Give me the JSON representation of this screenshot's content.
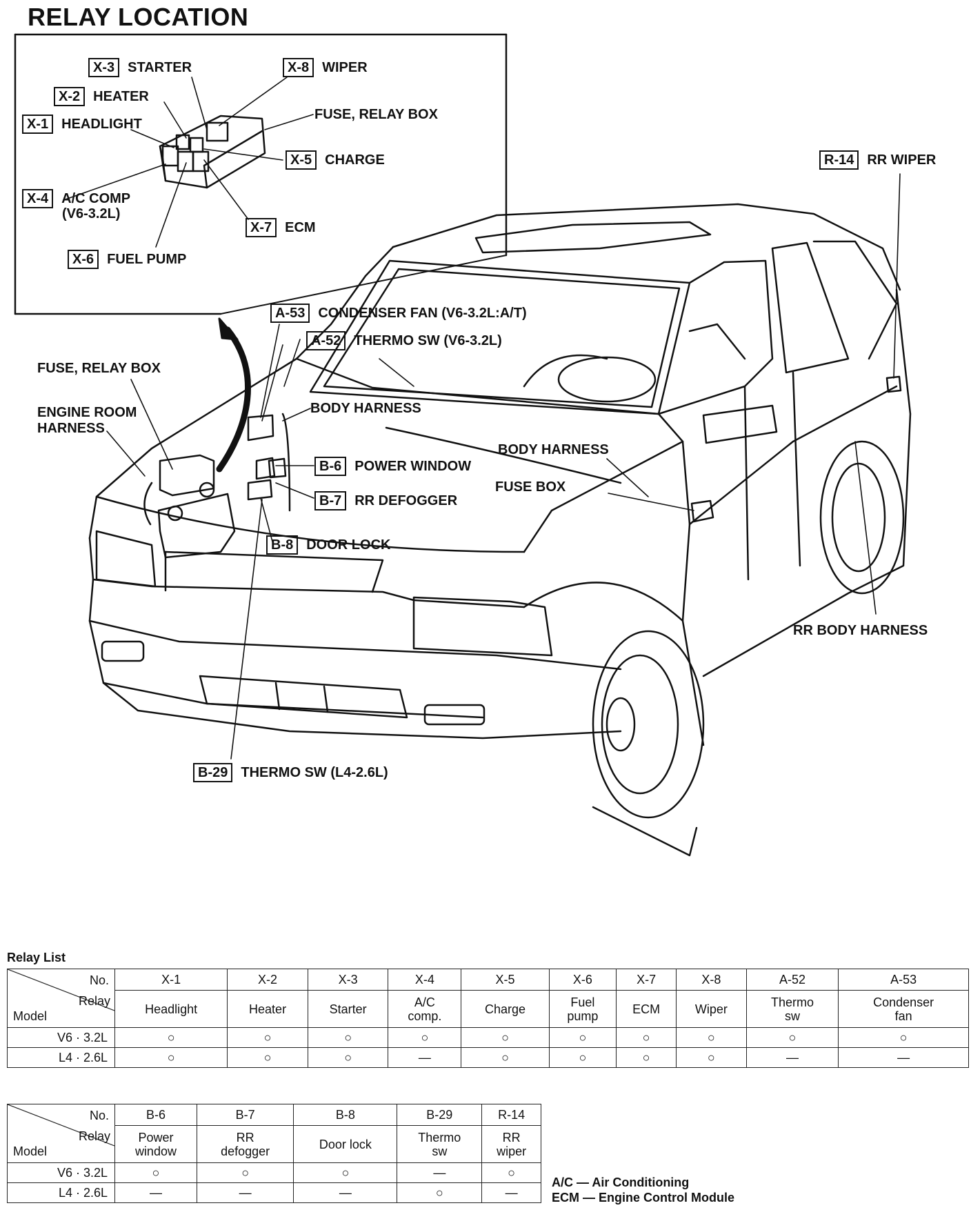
{
  "title": "RELAY LOCATION",
  "inset_labels": {
    "x3": {
      "code": "X-3",
      "text": "STARTER"
    },
    "x8": {
      "code": "X-8",
      "text": "WIPER"
    },
    "x2": {
      "code": "X-2",
      "text": "HEATER"
    },
    "x1": {
      "code": "X-1",
      "text": "HEADLIGHT"
    },
    "fuse_relay_box": "FUSE, RELAY BOX",
    "x5": {
      "code": "X-5",
      "text": "CHARGE"
    },
    "x4": {
      "code": "X-4",
      "text": "A/C COMP",
      "text2": "(V6-3.2L)"
    },
    "x7": {
      "code": "X-7",
      "text": "ECM"
    },
    "x6": {
      "code": "X-6",
      "text": "FUEL PUMP"
    }
  },
  "vehicle_labels": {
    "r14": {
      "code": "R-14",
      "text": "RR WIPER"
    },
    "a53": {
      "code": "A-53",
      "text": "CONDENSER FAN (V6-3.2L:A/T)"
    },
    "a52": {
      "code": "A-52",
      "text": "THERMO SW (V6-3.2L)"
    },
    "fuse_relay_box": "FUSE, RELAY BOX",
    "engine_room_harness_1": "ENGINE ROOM",
    "engine_room_harness_2": "HARNESS",
    "body_harness_1": "BODY HARNESS",
    "b6": {
      "code": "B-6",
      "text": "POWER WINDOW"
    },
    "body_harness_2": "BODY HARNESS",
    "b7": {
      "code": "B-7",
      "text": "RR DEFOGGER"
    },
    "fuse_box": "FUSE BOX",
    "b8": {
      "code": "B-8",
      "text": "DOOR LOCK"
    },
    "rr_body_harness": "RR BODY HARNESS",
    "b29": {
      "code": "B-29",
      "text": "THERMO SW (L4-2.6L)"
    }
  },
  "relay_list": {
    "caption": "Relay List",
    "header_no": "No.",
    "header_relay": "Relay",
    "header_model": "Model",
    "table1": {
      "numbers": [
        "X-1",
        "X-2",
        "X-3",
        "X-4",
        "X-5",
        "X-6",
        "X-7",
        "X-8",
        "A-52",
        "A-53"
      ],
      "names": [
        [
          "Headlight",
          ""
        ],
        [
          "Heater",
          ""
        ],
        [
          "Starter",
          ""
        ],
        [
          "A/C",
          "comp."
        ],
        [
          "Charge",
          ""
        ],
        [
          "Fuel",
          "pump"
        ],
        [
          "ECM",
          ""
        ],
        [
          "Wiper",
          ""
        ],
        [
          "Thermo",
          "sw"
        ],
        [
          "Condenser",
          "fan"
        ]
      ],
      "rows": [
        {
          "model": "V6 · 3.2L",
          "cells": [
            "○",
            "○",
            "○",
            "○",
            "○",
            "○",
            "○",
            "○",
            "○",
            "○"
          ]
        },
        {
          "model": "L4 · 2.6L",
          "cells": [
            "○",
            "○",
            "○",
            "—",
            "○",
            "○",
            "○",
            "○",
            "—",
            "—"
          ]
        }
      ]
    },
    "table2": {
      "numbers": [
        "B-6",
        "B-7",
        "B-8",
        "B-29",
        "R-14"
      ],
      "names": [
        [
          "Power",
          "window"
        ],
        [
          "RR",
          "defogger"
        ],
        [
          "Door lock",
          ""
        ],
        [
          "Thermo",
          "sw"
        ],
        [
          "RR",
          "wiper"
        ]
      ],
      "rows": [
        {
          "model": "V6 · 3.2L",
          "cells": [
            "○",
            "○",
            "○",
            "—",
            "○"
          ]
        },
        {
          "model": "L4 · 2.6L",
          "cells": [
            "—",
            "—",
            "—",
            "○",
            "—"
          ]
        }
      ]
    }
  },
  "legend": [
    "A/C — Air Conditioning",
    "ECM — Engine Control Module"
  ]
}
